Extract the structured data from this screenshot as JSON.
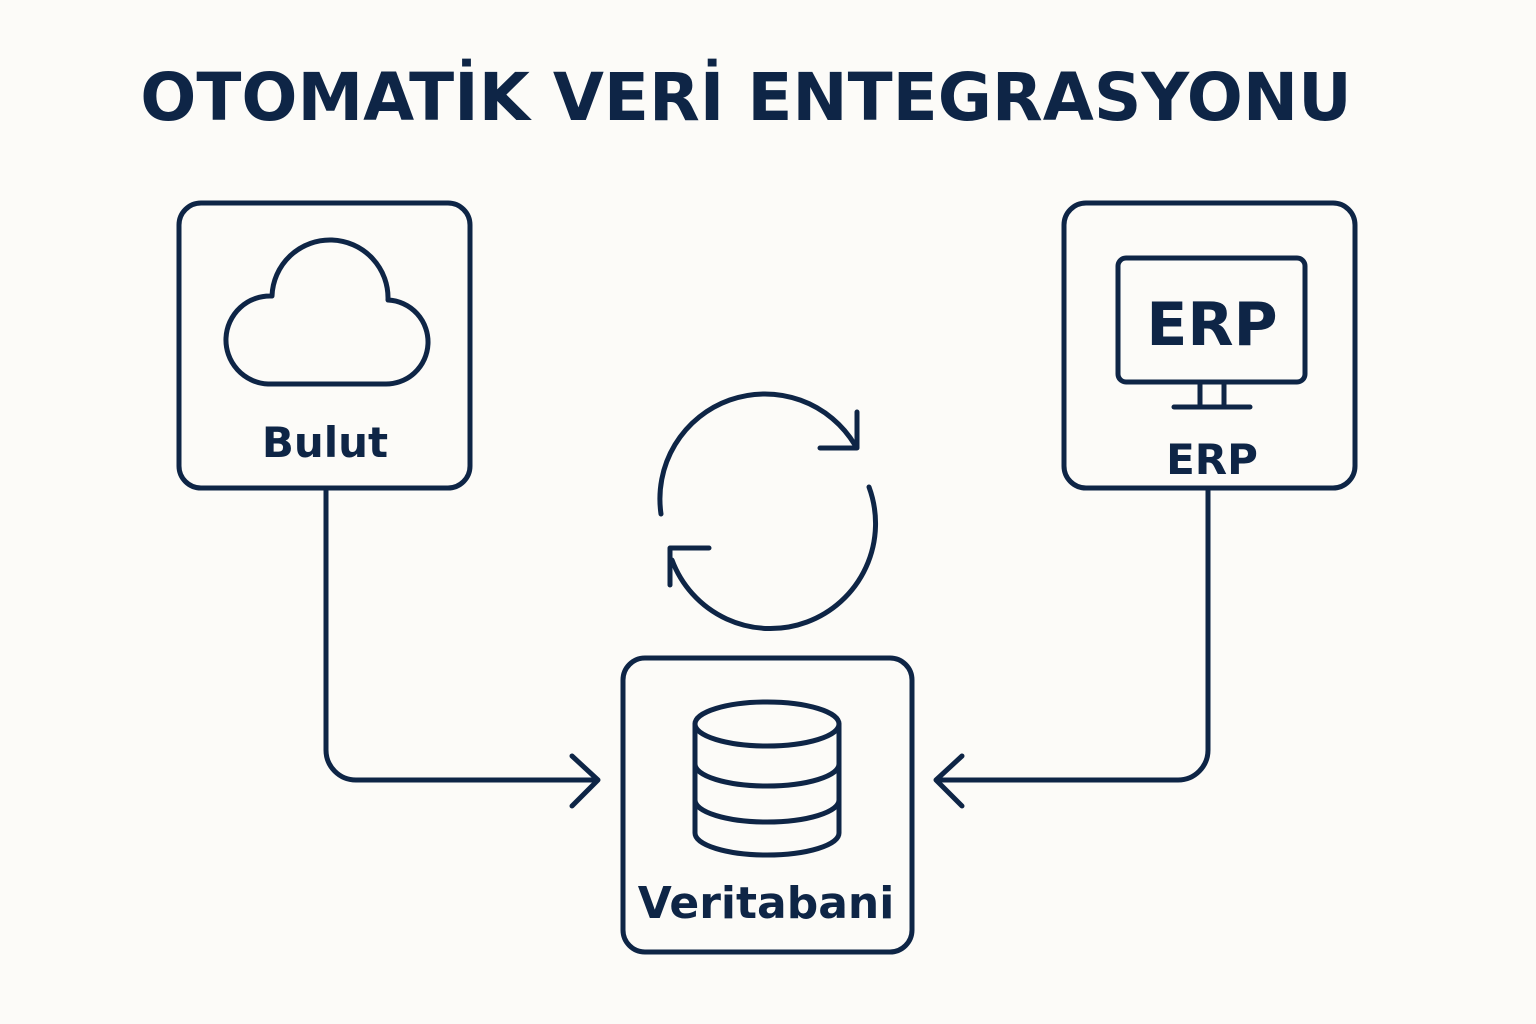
{
  "title": "OTOMATİK VERİ ENTEGRASYONU",
  "nodes": {
    "cloud": {
      "label": "Bulut",
      "icon": "cloud-icon"
    },
    "erp": {
      "label": "ERP",
      "screen_text": "ERP",
      "icon": "monitor-icon"
    },
    "database": {
      "label": "Veritabani",
      "icon": "database-icon"
    }
  },
  "center_icon": "sync-icon",
  "colors": {
    "stroke": "#0e2546",
    "background": "#fcfbf8"
  }
}
